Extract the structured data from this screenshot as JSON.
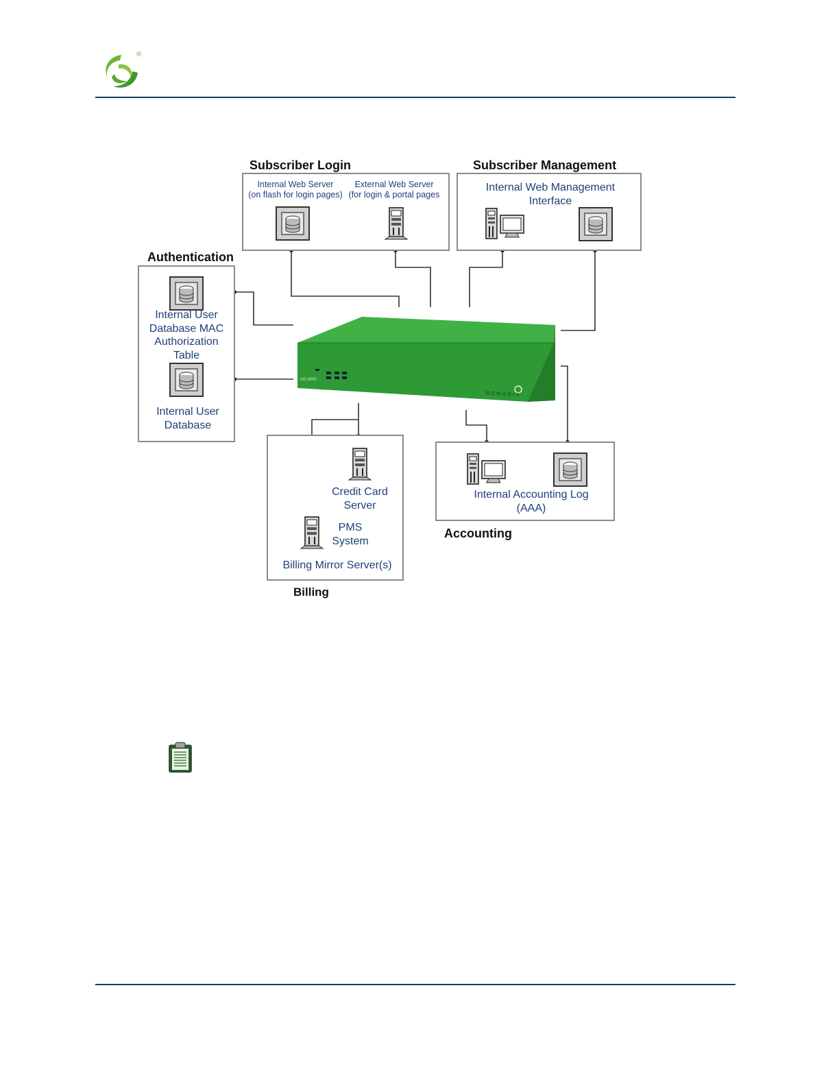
{
  "header": {
    "logo_icon": "company-swirl-logo",
    "registered_mark": "®"
  },
  "diagram": {
    "subscriber_login": {
      "title": "Subscriber Login",
      "internal_web_server": {
        "line1": "Internal Web Server",
        "line2": "(on flash for login pages)"
      },
      "external_web_server": {
        "line1": "External Web Server",
        "line2": "(for login & portal pages"
      }
    },
    "subscriber_management": {
      "title": "Subscriber Management",
      "interface": {
        "line1": "Internal Web Management",
        "line2": "Interface"
      }
    },
    "authentication": {
      "title": "Authentication",
      "mac_table": {
        "line1": "Internal User",
        "line2": "Database MAC",
        "line3": "Authorization",
        "line4": "Table"
      },
      "user_db": {
        "line1": "Internal User",
        "line2": "Database"
      }
    },
    "billing": {
      "title": "Billing",
      "credit_card": {
        "line1": "Credit Card",
        "line2": "Server"
      },
      "pms": {
        "line1": "PMS",
        "line2": "System"
      },
      "mirror": "Billing Mirror Server(s)"
    },
    "accounting": {
      "title": "Accounting",
      "log": {
        "line1": "Internal Accounting Log",
        "line2": "(AAA)"
      }
    },
    "device": {
      "model_label": "AG 3000",
      "brand": "NOMADIX",
      "color": "#2e9a35"
    }
  },
  "note_icon": "clipboard-note-icon"
}
